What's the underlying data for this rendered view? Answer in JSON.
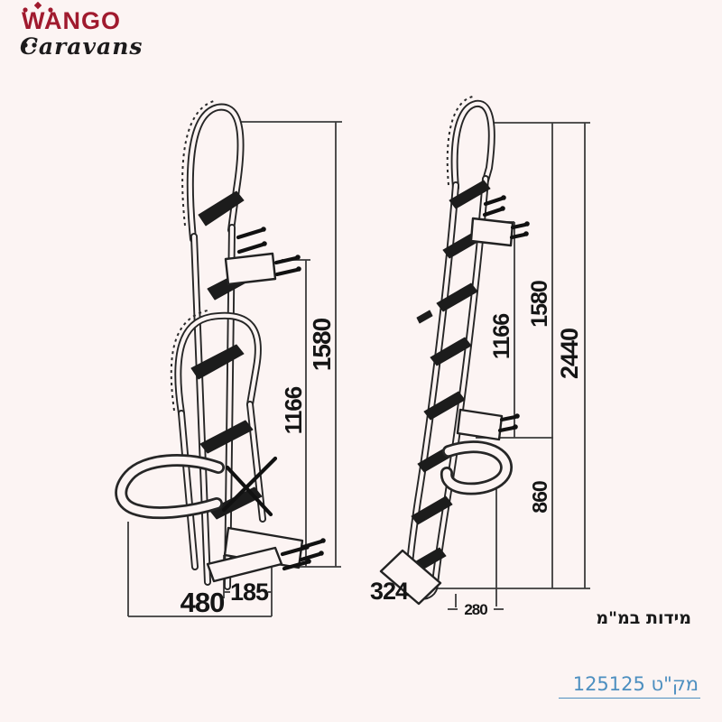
{
  "logo": {
    "brand_top": "WANGO",
    "brand_bottom": "Caravans",
    "brand_color": "#a01a2e"
  },
  "diagram": {
    "note_units": "מידות במ\"מ",
    "left_view": {
      "description": "folded-ladder",
      "dim_total": "1580",
      "dim_mid": "1166",
      "dim_width": "480",
      "dim_depth": "185"
    },
    "right_view": {
      "description": "extended-ladder",
      "dim_total": "2440",
      "dim_upper": "1580",
      "dim_mid": "1166",
      "dim_lower": "860",
      "dim_foot": "324",
      "dim_width": "280"
    }
  },
  "footer": {
    "sku": "מק\"ט 125125",
    "link_color": "#4d8fc0"
  }
}
